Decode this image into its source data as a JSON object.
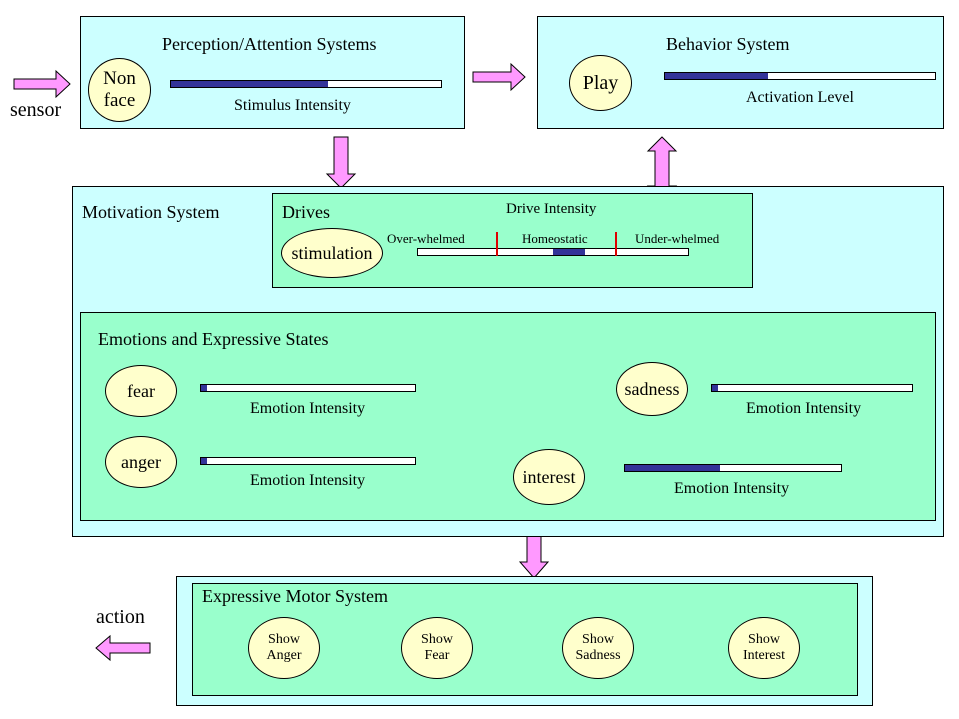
{
  "io": {
    "sensor": "sensor",
    "action": "action"
  },
  "perception": {
    "title": "Perception/Attention Systems",
    "oval": [
      "Non",
      "face"
    ],
    "bar_label": "Stimulus Intensity",
    "level": 0.58,
    "colors": {
      "panel": "#ccffff",
      "fill": "#333399"
    }
  },
  "behavior": {
    "title": "Behavior System",
    "oval": "Play",
    "bar_label": "Activation Level",
    "level": 0.38
  },
  "motivation": {
    "title": "Motivation System",
    "drives": {
      "title": "Drives",
      "bar_title": "Drive Intensity",
      "oval": "stimulation",
      "zones": [
        "Over-whelmed",
        "Homeostatic",
        "Under-whelmed"
      ],
      "level_start": 0.5,
      "level_end": 0.62,
      "colors": {
        "panel": "#99ffcc",
        "zone_marker": "#dd0000"
      }
    },
    "emotions": {
      "title": "Emotions and Expressive States",
      "items": [
        {
          "name": "fear",
          "bar_label": "Emotion Intensity",
          "level": 0.03
        },
        {
          "name": "anger",
          "bar_label": "Emotion Intensity",
          "level": 0.03
        },
        {
          "name": "sadness",
          "bar_label": "Emotion Intensity",
          "level": 0.03
        },
        {
          "name": "interest",
          "bar_label": "Emotion Intensity",
          "level": 0.44
        }
      ]
    }
  },
  "motor": {
    "title": "Expressive Motor System",
    "actions": [
      [
        "Show",
        "Anger"
      ],
      [
        "Show",
        "Fear"
      ],
      [
        "Show",
        "Sadness"
      ],
      [
        "Show",
        "Interest"
      ]
    ]
  }
}
